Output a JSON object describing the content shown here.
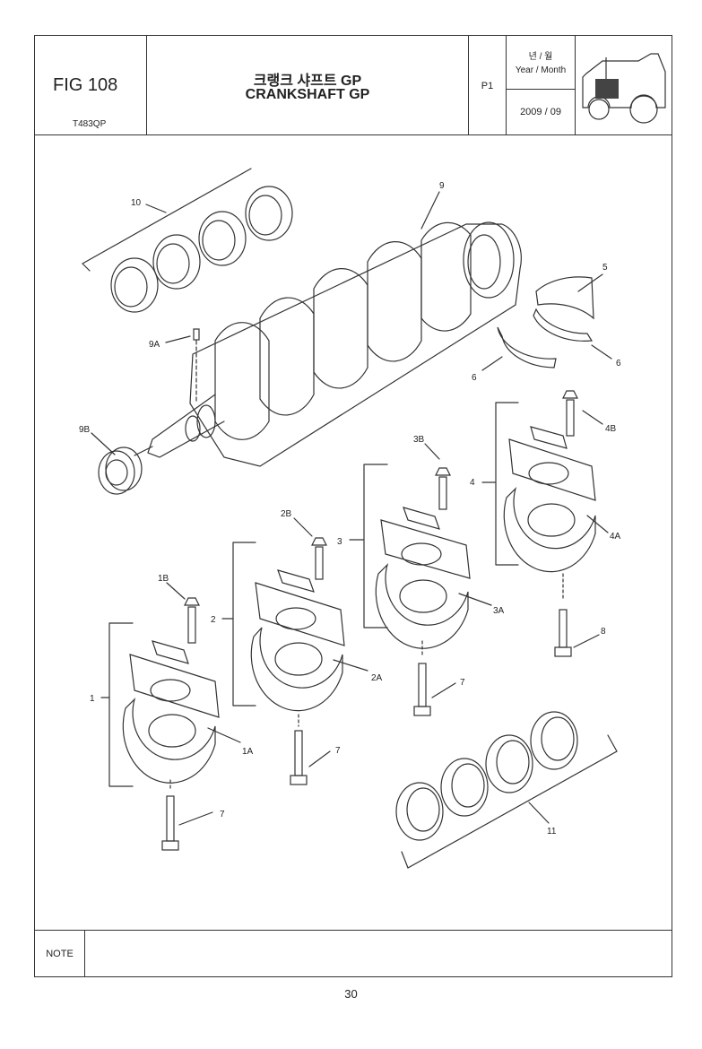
{
  "header": {
    "fig": "FIG 108",
    "model_code": "T483QP",
    "title_ko": "크랭크 샤프트 GP",
    "title_en": "CRANKSHAFT GP",
    "page": "P1",
    "year_month_ko": "년 / 월",
    "year_month_en": "Year / Month",
    "year_month_value": "2009  / 09"
  },
  "icons": {
    "tractor": "tractor-icon"
  },
  "callouts": {
    "c10": "10",
    "c9": "9",
    "c5": "5",
    "c6a": "6",
    "c6b": "6",
    "c9A": "9A",
    "c9B": "9B",
    "c3B": "3B",
    "c4B": "4B",
    "c4": "4",
    "c4A": "4A",
    "c2B": "2B",
    "c3": "3",
    "c1B": "1B",
    "c2": "2",
    "c3A": "3A",
    "c8": "8",
    "c2A": "2A",
    "c1": "1",
    "c7a": "7",
    "c1A": "1A",
    "c7b": "7",
    "c7c": "7",
    "c11": "11"
  },
  "footer": {
    "note_label": "NOTE",
    "page_number": "30"
  }
}
